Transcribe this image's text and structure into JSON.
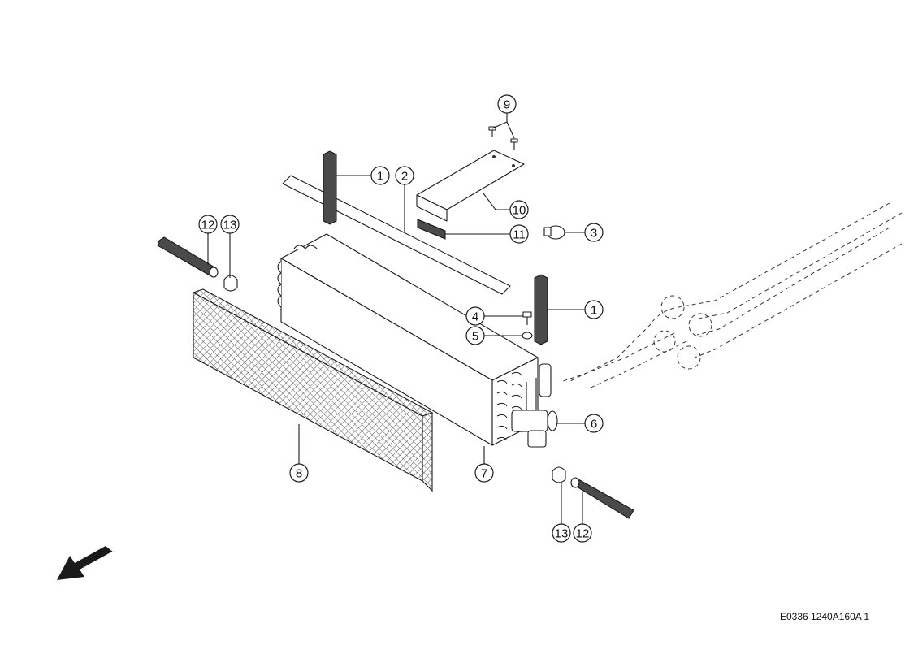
{
  "diagram": {
    "callouts": [
      {
        "id": "c1a",
        "label": "1"
      },
      {
        "id": "c2",
        "label": "2"
      },
      {
        "id": "c9",
        "label": "9"
      },
      {
        "id": "c10",
        "label": "10"
      },
      {
        "id": "c11",
        "label": "11"
      },
      {
        "id": "c3",
        "label": "3"
      },
      {
        "id": "c12a",
        "label": "12"
      },
      {
        "id": "c13a",
        "label": "13"
      },
      {
        "id": "c1b",
        "label": "1"
      },
      {
        "id": "c4",
        "label": "4"
      },
      {
        "id": "c5",
        "label": "5"
      },
      {
        "id": "c6",
        "label": "6"
      },
      {
        "id": "c7",
        "label": "7"
      },
      {
        "id": "c8",
        "label": "8"
      },
      {
        "id": "c13b",
        "label": "13"
      },
      {
        "id": "c12b",
        "label": "12"
      }
    ],
    "document_code": "E0336 1240A160A 1"
  }
}
